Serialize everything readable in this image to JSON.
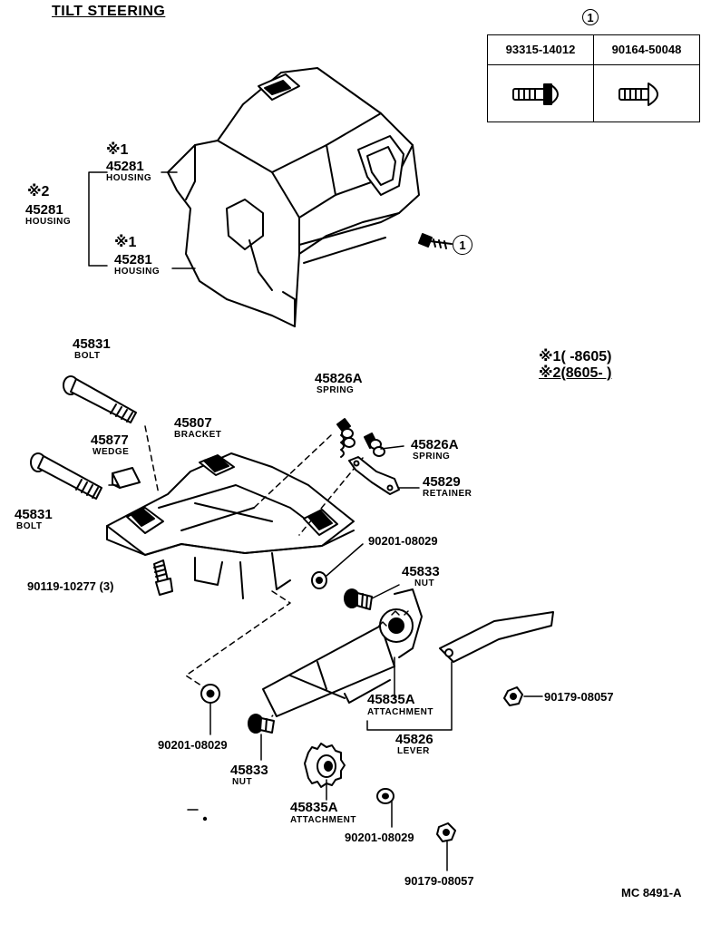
{
  "title": "TILT STEERING",
  "table": {
    "marker": "1",
    "col1": "93315-14012",
    "col2": "90164-50048"
  },
  "legend": {
    "line1": "※1(       -8605)",
    "line2": "※2(8605-       )"
  },
  "housing": {
    "mark1": "※1",
    "num1": "45281",
    "name1": "HOUSING",
    "mark2": "※2",
    "num2": "45281",
    "name2": "HOUSING",
    "mark3": "※1",
    "num3": "45281",
    "name3": "HOUSING",
    "screw_marker": "1"
  },
  "parts": {
    "bolt_top_num": "45831",
    "bolt_top_name": "BOLT",
    "bolt_left_num": "45831",
    "bolt_left_name": "BOLT",
    "wedge_num": "45877",
    "wedge_name": "WEDGE",
    "bracket_num": "45807",
    "bracket_name": "BRACKET",
    "spring_top_num": "45826A",
    "spring_top_name": "SPRING",
    "spring_right_num": "45826A",
    "spring_right_name": "SPRING",
    "retainer_num": "45829",
    "retainer_name": "RETAINER",
    "washer_right": "90201-08029",
    "screw_left": "90119-10277 (3)",
    "nut_top_num": "45833",
    "nut_top_name": "NUT",
    "attach_top_num": "45835A",
    "attach_top_name": "ATTACHMENT",
    "lever_num": "45826",
    "lever_name": "LEVER",
    "nut_flange_right": "90179-08057",
    "washer_left": "90201-08029",
    "nut_bottom_num": "45833",
    "nut_bottom_name": "NUT",
    "attach_bottom_num": "45835A",
    "attach_bottom_name": "ATTACHMENT",
    "washer_bottom": "90201-08029",
    "nut_flange_bottom": "90179-08057"
  },
  "figure_code": "MC  8491-A"
}
